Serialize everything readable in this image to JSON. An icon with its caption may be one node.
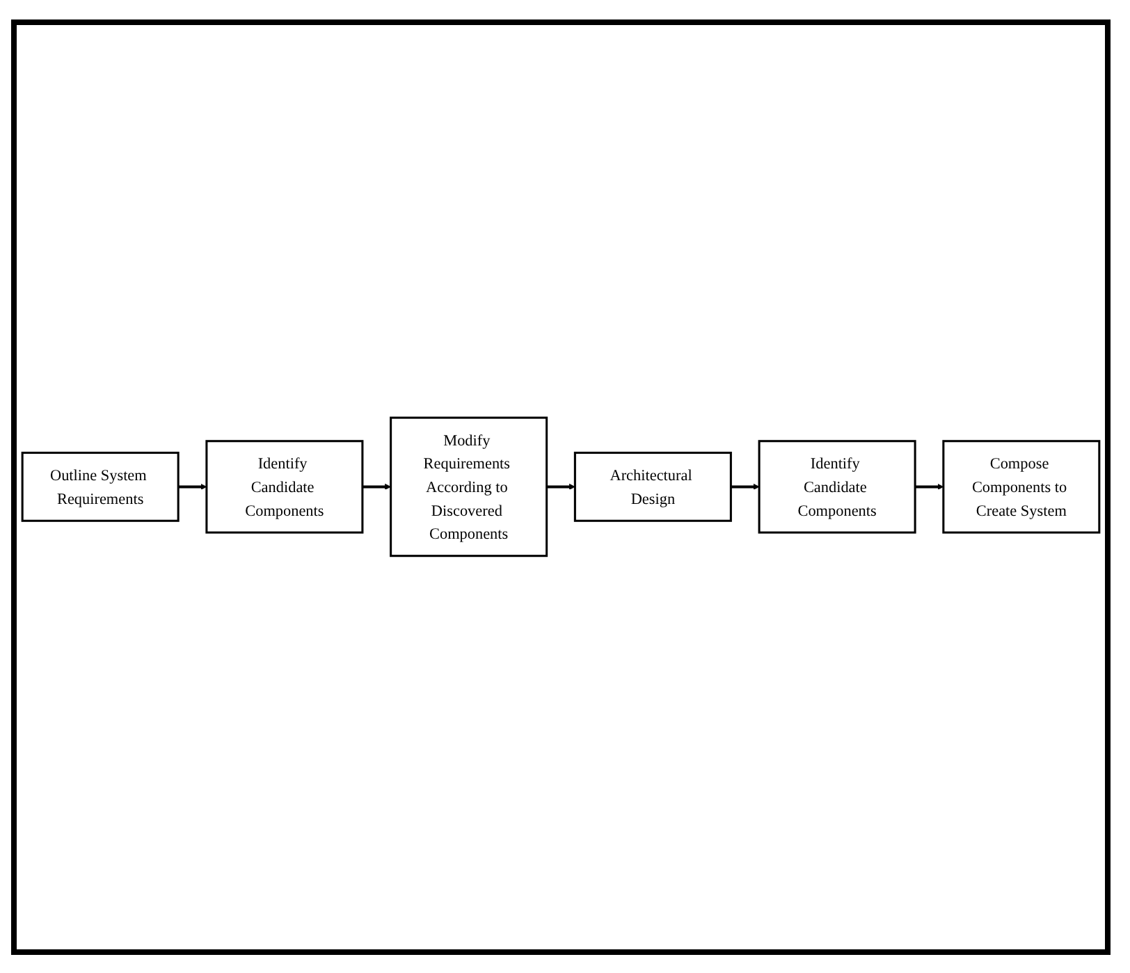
{
  "diagram": {
    "nodes": [
      {
        "text": [
          "Outline System Requirements"
        ]
      },
      {
        "text": [
          "Identify Candidate Components"
        ]
      },
      {
        "text": [
          "Modify Requirements According to Discovered Components"
        ]
      },
      {
        "text": [
          "Architectural Design"
        ]
      },
      {
        "text": [
          "Identify Candidate Components"
        ]
      },
      {
        "text": [
          "Compose Components to Create System"
        ]
      }
    ],
    "edges": [
      {
        "from": 0,
        "to": 1,
        "arrow": "to"
      },
      {
        "from": 1,
        "to": 2,
        "arrow": "to"
      },
      {
        "from": 2,
        "to": 3,
        "arrow": "to"
      },
      {
        "from": 3,
        "to": 4,
        "arrow": "to"
      },
      {
        "from": 4,
        "to": 5,
        "arrow": "to"
      }
    ]
  }
}
